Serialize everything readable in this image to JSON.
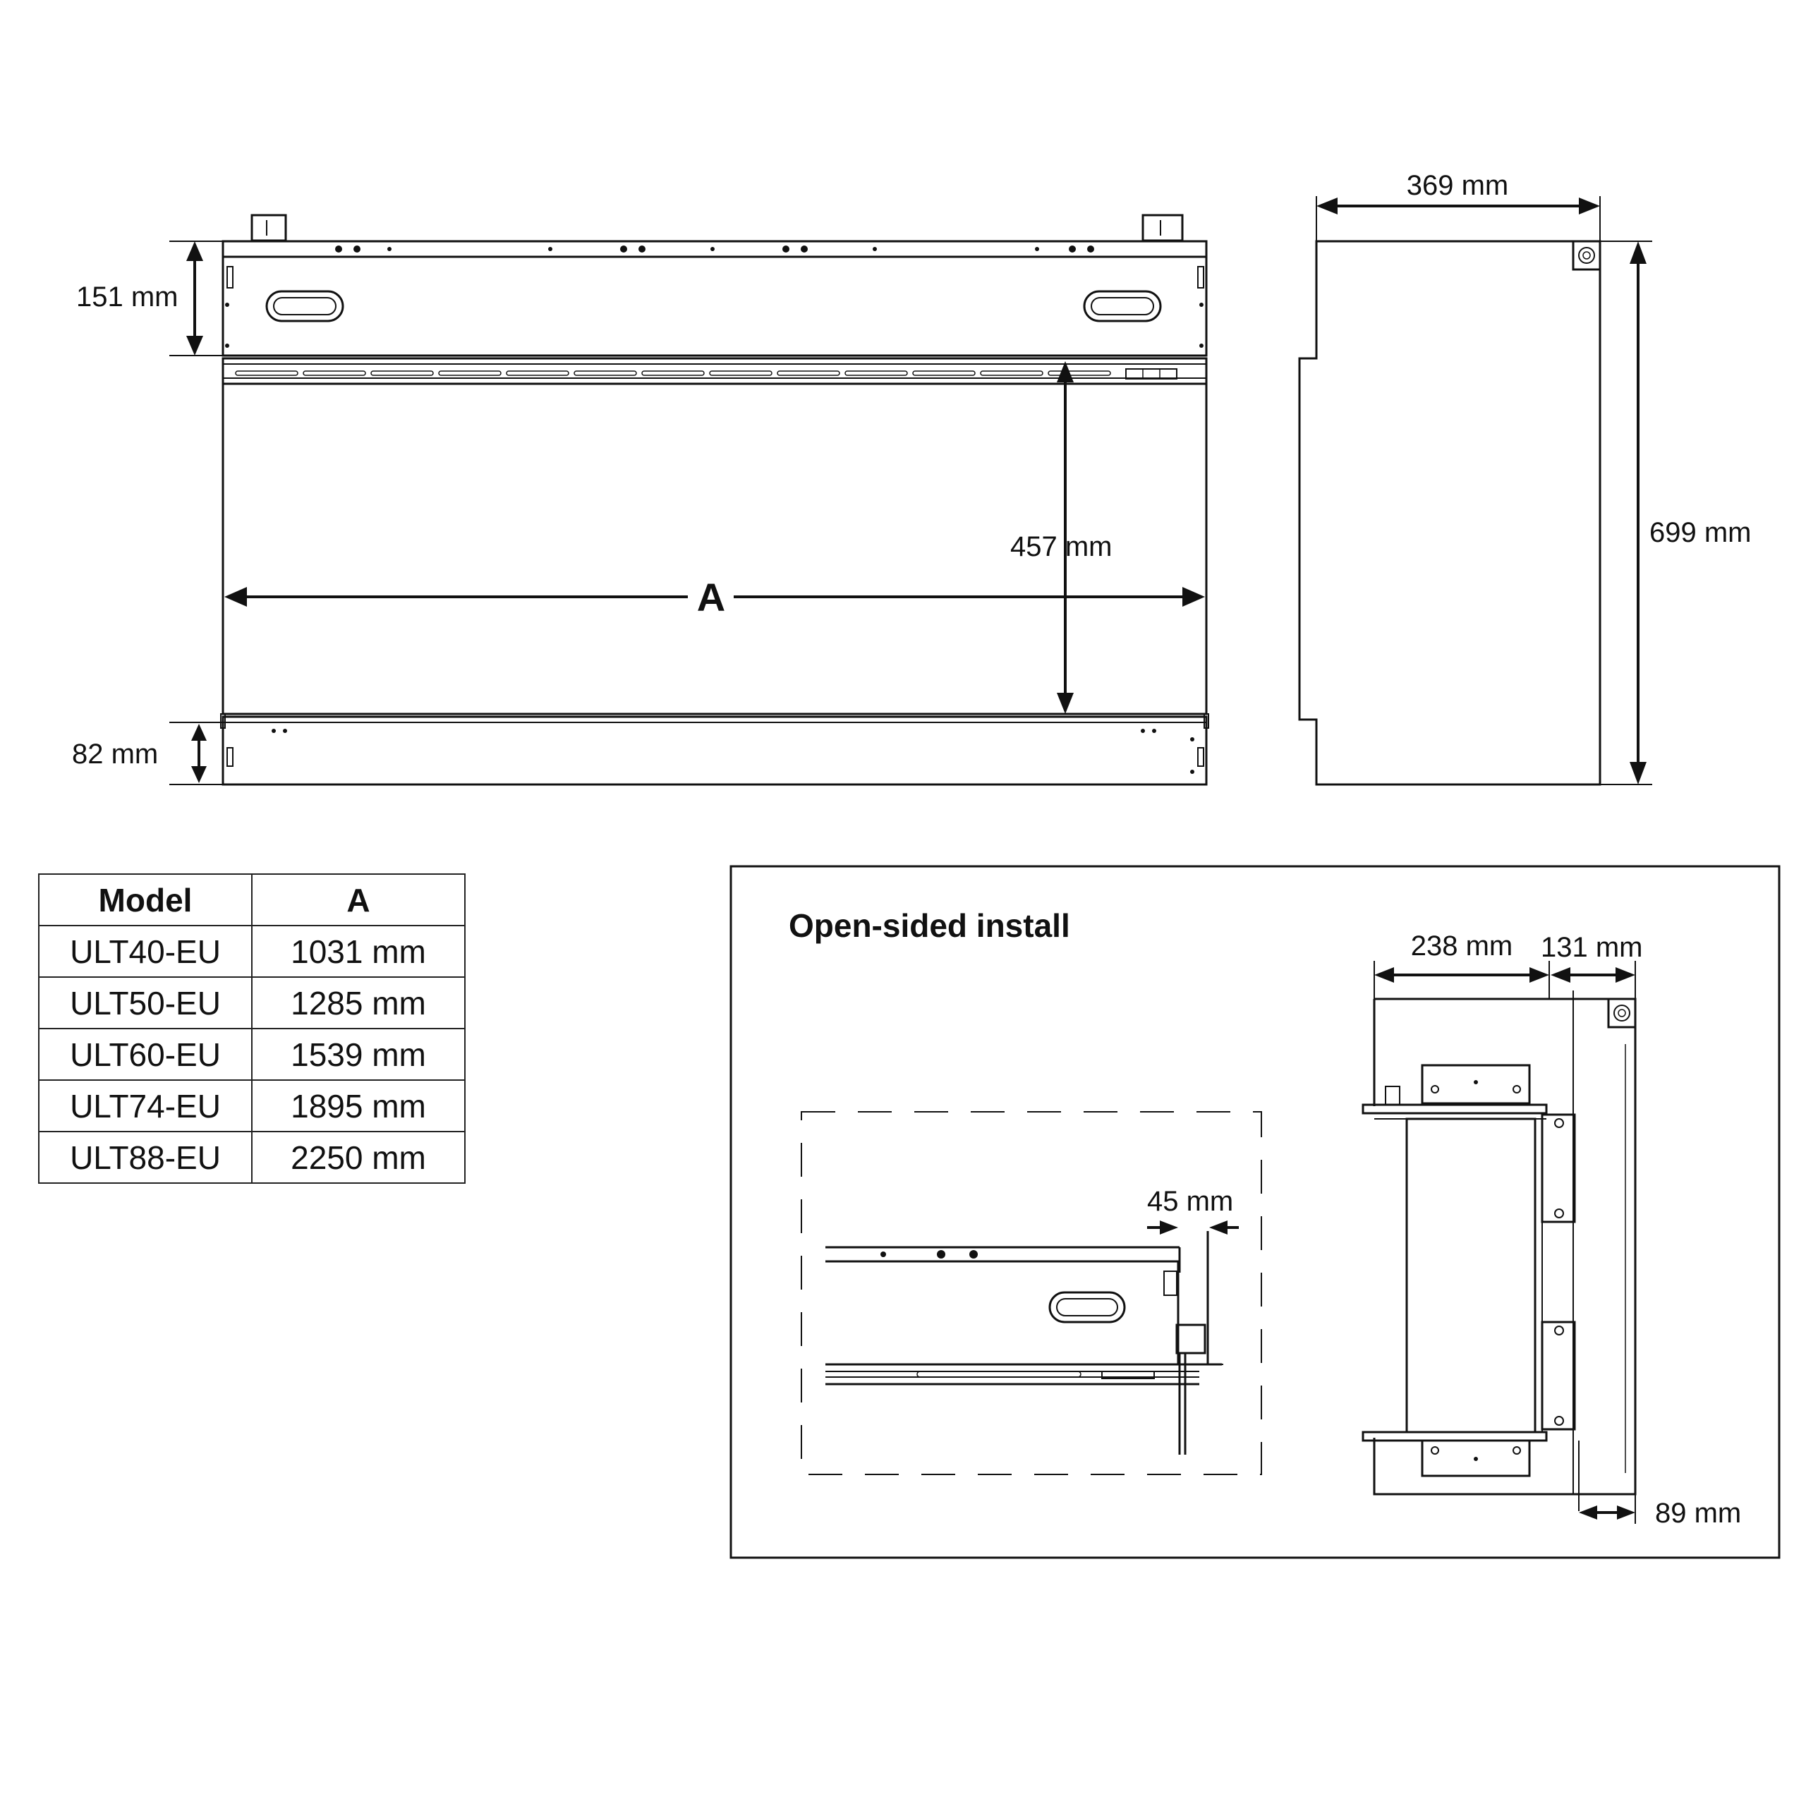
{
  "front_view": {
    "dim_top": "151 mm",
    "dim_bottom": "82 mm",
    "dim_height": "457 mm",
    "dim_width_label": "A"
  },
  "side_view": {
    "dim_depth": "369 mm",
    "dim_height": "699 mm"
  },
  "table": {
    "headers": [
      "Model",
      "A"
    ],
    "rows": [
      {
        "model": "ULT40-EU",
        "a": "1031 mm"
      },
      {
        "model": "ULT50-EU",
        "a": "1285 mm"
      },
      {
        "model": "ULT60-EU",
        "a": "1539 mm"
      },
      {
        "model": "ULT74-EU",
        "a": "1895 mm"
      },
      {
        "model": "ULT88-EU",
        "a": "2250 mm"
      }
    ]
  },
  "open_sided": {
    "title": "Open-sided install",
    "dim_gap": "45 mm",
    "dim_238": "238 mm",
    "dim_131": "131 mm",
    "dim_89": "89 mm"
  }
}
